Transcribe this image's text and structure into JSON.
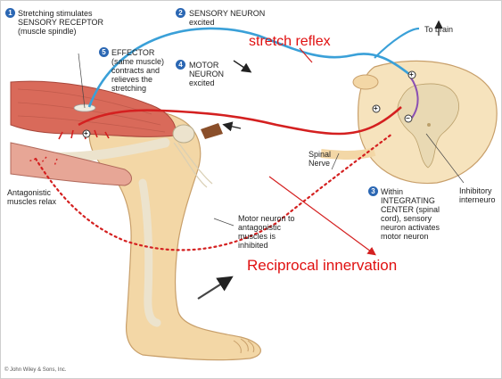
{
  "labels": {
    "step1_number": "1",
    "step1": "Stretching stimulates\nSENSORY RECEPTOR\n(muscle spindle)",
    "step2_number": "2",
    "step2": "SENSORY NEURON\nexcited",
    "step3_number": "3",
    "step3": "Within\nINTEGRATING\nCENTER (spinal\ncord), sensory\nneuron activates\nmotor neuron",
    "step4_number": "4",
    "step4": "MOTOR\nNEURON\nexcited",
    "step5_number": "5",
    "step5": "EFFECTOR\n(same muscle)\ncontracts and\nrelieves the\nstretching",
    "to_brain": "To brain",
    "spinal_nerve": "Spinal\nNerve",
    "inhibitory_interneuron": "Inhibitory\ninterneuro",
    "antagonistic": "Antagonistic\nmuscles relax",
    "motor_antagonistic": "Motor neuron to\nantagonistic\nmuscles is\ninhibited",
    "plus_sign": "+",
    "minus_sign": "−"
  },
  "annotations": {
    "stretch_reflex": "stretch reflex",
    "reciprocal_innervation": "Reciprocal innervation"
  },
  "copyright": "© John Wiley & Sons, Inc.",
  "colors": {
    "sensory_neuron": "#3aa0d8",
    "motor_neuron": "#d42020",
    "annotation_text": "#e01010",
    "step_badge": "#2b67b3",
    "muscle": "#d96a5a",
    "skin": "#f3d7a6",
    "bone": "#ece3cd",
    "spinal_cord": "#f6e3bd"
  }
}
